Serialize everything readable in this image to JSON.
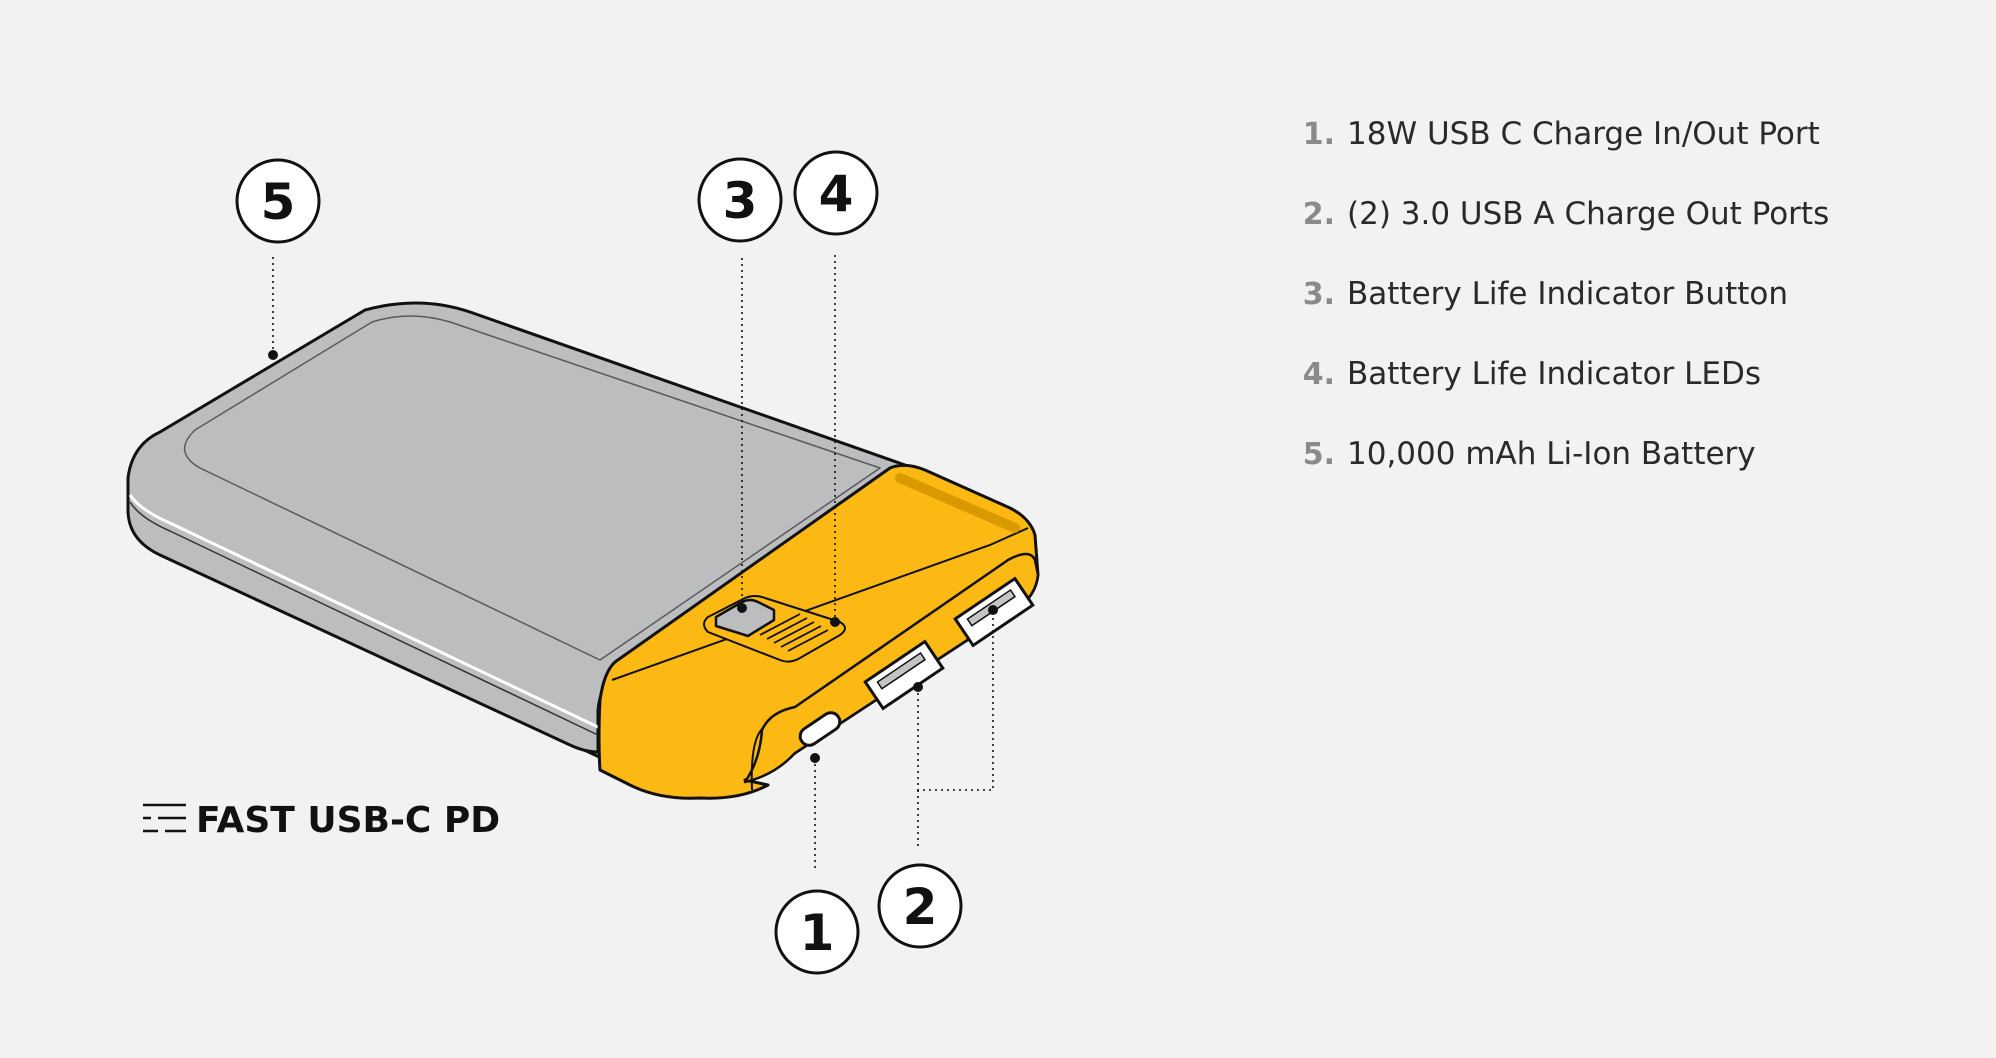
{
  "callouts": {
    "c1": "1",
    "c2": "2",
    "c3": "3",
    "c4": "4",
    "c5": "5"
  },
  "badge": {
    "label": "FAST USB-C PD",
    "icon": "fast-lines-icon"
  },
  "legend": [
    {
      "num": "1.",
      "text": "18W USB C Charge In/Out Port"
    },
    {
      "num": "2.",
      "text": "(2) 3.0 USB A Charge Out Ports"
    },
    {
      "num": "3.",
      "text": "Battery Life Indicator Button"
    },
    {
      "num": "4.",
      "text": "Battery Life Indicator LEDs"
    },
    {
      "num": "5.",
      "text": "10,000 mAh Li-Ion Battery"
    }
  ],
  "colors": {
    "background": "#f2f2f2",
    "body_gray": "#bcbdbf",
    "accent_yellow": "#fdb913",
    "outline": "#111111",
    "legend_number": "#8a8a8a"
  }
}
